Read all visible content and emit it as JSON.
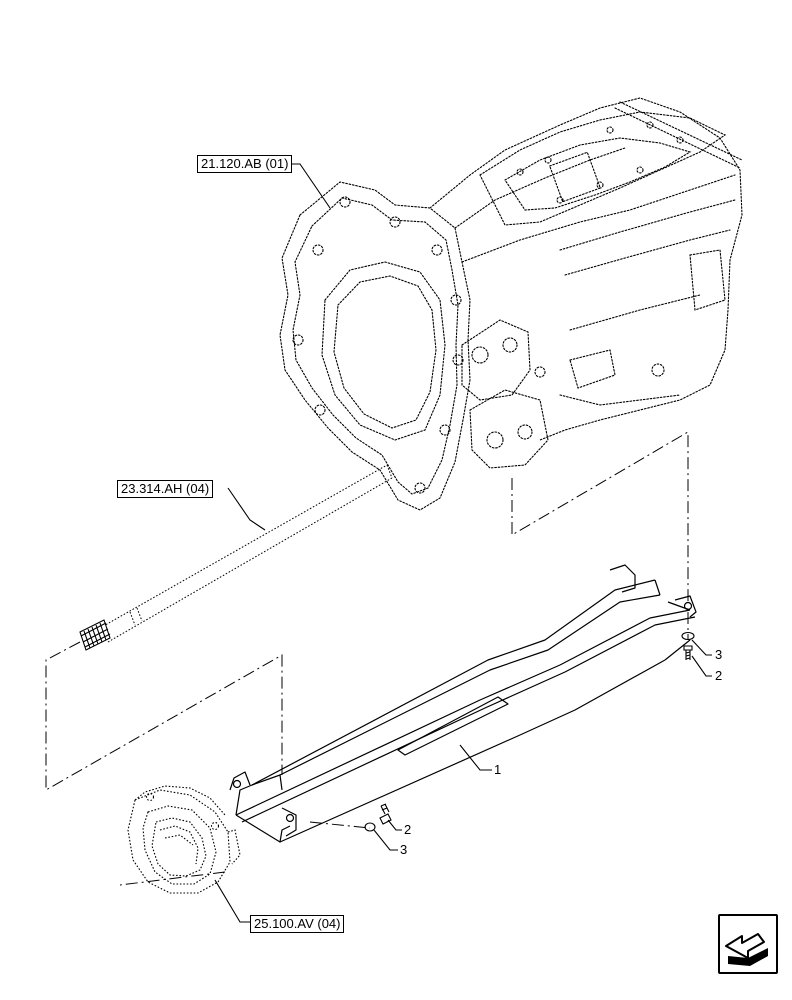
{
  "refs": {
    "transmission_housing": "21.120.AB (01)",
    "shaft": "23.314.AH (04)",
    "bearing_housing": "25.100.AV (04)"
  },
  "callouts": {
    "guard": "1",
    "bolt_right": "2",
    "washer_right": "3",
    "bolt_left": "2",
    "washer_left": "3"
  },
  "icons": {
    "nav": "arrow-left-down-icon"
  }
}
